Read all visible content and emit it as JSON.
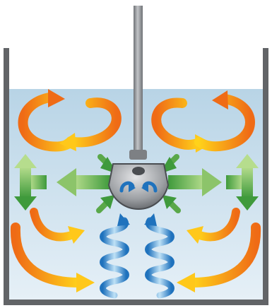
{
  "colors": {
    "liquid_top": "#b8d4e6",
    "liquid_bottom": "#e6f0f7",
    "tank_wall": "#626467",
    "shaft": "#8e9195",
    "impeller_dark": "#55585c",
    "impeller_light": "#c9cbce",
    "orange_dark": "#ef6b16",
    "orange_light": "#ffd21a",
    "green_dark": "#3f9a3c",
    "green_light": "#b6dd8d",
    "blue_dark": "#1f72bd",
    "blue_light": "#bfe1f6"
  },
  "elements": {
    "tank": "tank",
    "liquid": "liquid",
    "shaft": "mixer-shaft",
    "impeller": "impeller",
    "top_loops": [
      "circulation-loop-top-left-outer",
      "circulation-loop-top-left-inner",
      "circulation-loop-top-right-inner",
      "circulation-loop-top-right-outer"
    ],
    "bottom_curves": [
      "circulation-curve-bottom-left-outer",
      "circulation-curve-bottom-left-inner",
      "circulation-curve-bottom-right-inner",
      "circulation-curve-bottom-right-outer"
    ],
    "radial_arrows": [
      "radial-flow-arrow-left",
      "radial-flow-arrow-right"
    ],
    "diagonal_arrows": [
      "inflow-arrow-upper-left",
      "inflow-arrow-upper-right",
      "inflow-arrow-lower-left",
      "inflow-arrow-lower-right"
    ],
    "split_arrows": [
      "wall-split-arrow-left",
      "wall-split-arrow-right"
    ],
    "spirals": [
      "suction-spiral-left",
      "suction-spiral-right"
    ]
  }
}
